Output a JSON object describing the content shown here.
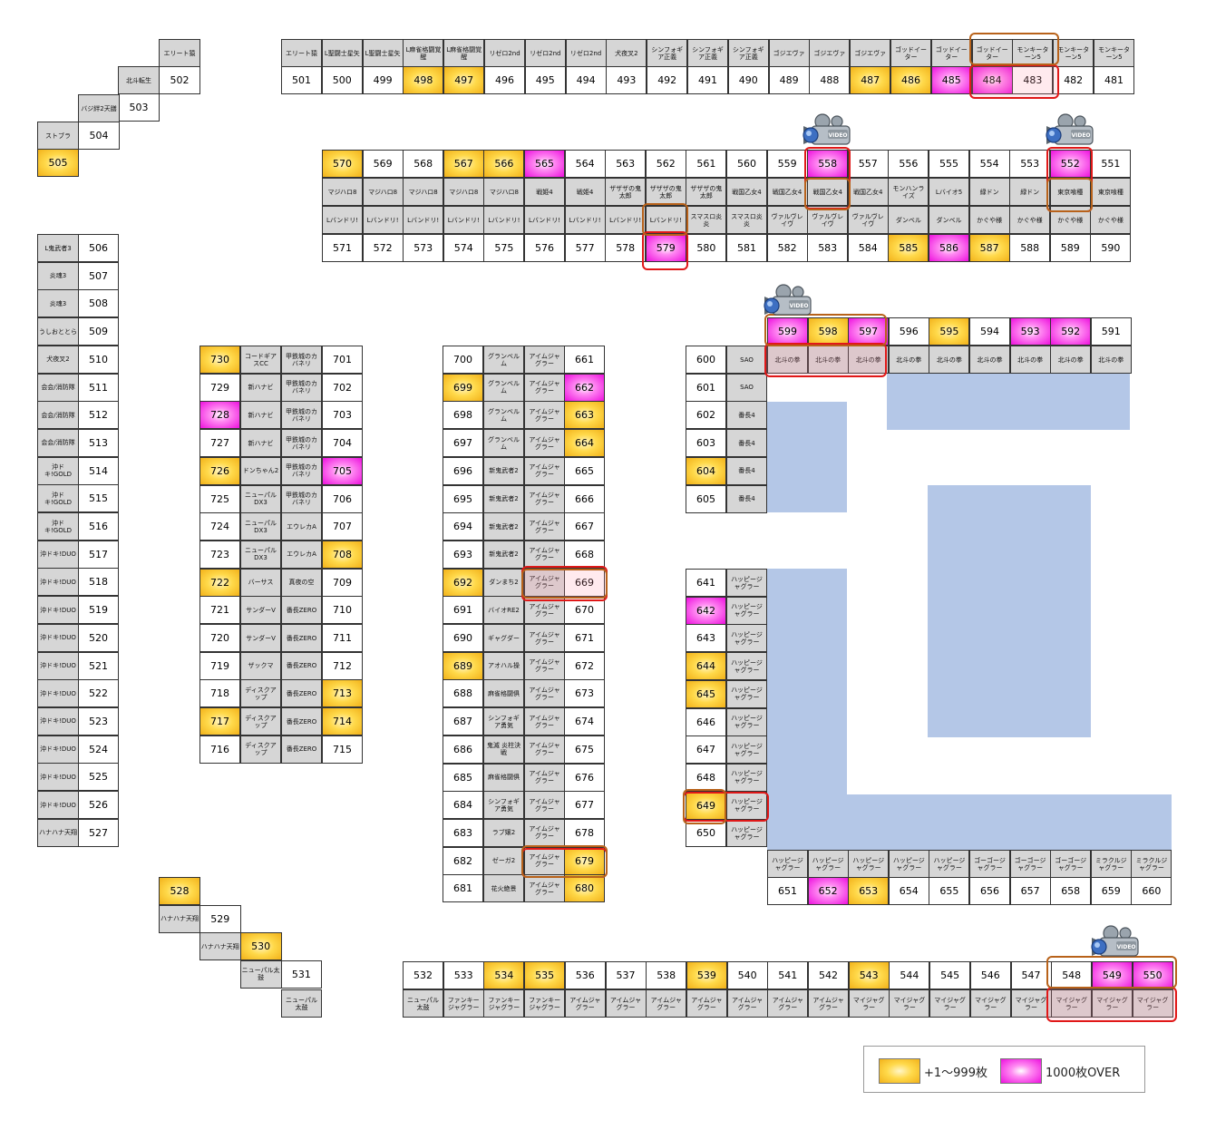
{
  "legend": {
    "plus": "+1～999枚",
    "over": "1000枚OVER"
  },
  "colors": {
    "plus": "#f2b21a",
    "over": "#ee10de",
    "area": "#b4c7e7",
    "highlight": "#e01818",
    "label_bg": "#d6d6d6"
  },
  "icons": {
    "camera": "video-camera-icon"
  },
  "top_row": {
    "numbers": [
      "501",
      "500",
      "499",
      "498",
      "497",
      "496",
      "495",
      "494",
      "493",
      "492",
      "491",
      "490",
      "489",
      "488",
      "487",
      "486",
      "485",
      "484",
      "483",
      "482",
      "481"
    ],
    "names": [
      "エリート猿",
      "L聖闘士星矢",
      "L聖闘士星矢",
      "L麻雀格闘覚醒",
      "L麻雀格闘覚醒",
      "リゼロ2nd",
      "リゼロ2nd",
      "リゼロ2nd",
      "犬夜叉2",
      "シンフォギア正義",
      "シンフォギア正義",
      "シンフォギア正義",
      "ゴジエヴァ",
      "ゴジエヴァ",
      "ゴジエヴァ",
      "ゴッドイーター",
      "ゴッドイーター",
      "ゴッドイーター",
      "モンキーターン5",
      "モンキーターン5",
      "モンキーターン5"
    ],
    "status": [
      "",
      "",
      "",
      "plus",
      "plus",
      "",
      "",
      "",
      "",
      "",
      "",
      "",
      "",
      "",
      "plus",
      "plus",
      "over",
      "over",
      "",
      "",
      ""
    ]
  },
  "stair_top": [
    {
      "num": "502",
      "name": "エリート猿"
    },
    {
      "num": "503",
      "name": "北斗転生"
    },
    {
      "num": "504",
      "name": "バジ絆2天膳"
    },
    {
      "num": "505",
      "name": "ストブラ",
      "status": "plus"
    }
  ],
  "left_col": {
    "numbers": [
      "506",
      "507",
      "508",
      "509",
      "510",
      "511",
      "512",
      "513",
      "514",
      "515",
      "516",
      "517",
      "518",
      "519",
      "520",
      "521",
      "522",
      "523",
      "524",
      "525",
      "526",
      "527"
    ],
    "names": [
      "L鬼武者3",
      "炎魂3",
      "炎魂3",
      "うしおととら",
      "犬夜叉2",
      "会会/消防隊",
      "会会/消防隊",
      "会会/消防隊",
      "沖ドキ!GOLD",
      "沖ドキ!GOLD",
      "沖ドキ!GOLD",
      "沖ドキ!DUO",
      "沖ドキ!DUO",
      "沖ドキ!DUO",
      "沖ドキ!DUO",
      "沖ドキ!DUO",
      "沖ドキ!DUO",
      "沖ドキ!DUO",
      "沖ドキ!DUO",
      "沖ドキ!DUO",
      "沖ドキ!DUO",
      "ハナハナ天翔"
    ]
  },
  "stair_bottom": [
    {
      "num": "528",
      "name": "",
      "status": "plus"
    },
    {
      "num": "529",
      "name": "ハナハナ天翔"
    },
    {
      "num": "530",
      "name": "ハナハナ天翔",
      "status": "plus"
    },
    {
      "num": "531",
      "name": "ニューパル太鼓",
      "sub": "ニューパル太鼓"
    }
  ],
  "row2": {
    "numbers": [
      "570",
      "569",
      "568",
      "567",
      "566",
      "565",
      "564",
      "563",
      "562",
      "561",
      "560",
      "559",
      "558",
      "557",
      "556",
      "555",
      "554",
      "553",
      "552",
      "551"
    ],
    "names": [
      "マジハロ8",
      "マジハロ8",
      "マジハロ8",
      "マジハロ8",
      "マジハロ8",
      "戦姫4",
      "戦姫4",
      "ザザザの鬼太郎",
      "ザザザの鬼太郎",
      "ザザザの鬼太郎",
      "戦国乙女4",
      "戦国乙女4",
      "戦国乙女4",
      "戦国乙女4",
      "モンハンライズ",
      "Lバイオ5",
      "緑ドン",
      "緑ドン",
      "東京喰種",
      "東京喰種"
    ],
    "status": [
      "plus",
      "",
      "",
      "plus",
      "plus",
      "over",
      "",
      "",
      "",
      "",
      "",
      "",
      "over",
      "",
      "",
      "",
      "",
      "",
      "over",
      ""
    ]
  },
  "row3": {
    "names": [
      "Lバンドリ!",
      "Lバンドリ!",
      "Lバンドリ!",
      "Lバンドリ!",
      "Lバンドリ!",
      "Lバンドリ!",
      "Lバンドリ!",
      "Lバンドリ!",
      "Lバンドリ!",
      "スマスロ炎炎",
      "スマスロ炎炎",
      "ヴァルヴレイヴ",
      "ヴァルヴレイヴ",
      "ヴァルヴレイヴ",
      "ダンベル",
      "ダンベル",
      "かぐや様",
      "かぐや様",
      "かぐや様",
      "かぐや様"
    ],
    "numbers": [
      "571",
      "572",
      "573",
      "574",
      "575",
      "576",
      "577",
      "578",
      "579",
      "580",
      "581",
      "582",
      "583",
      "584",
      "585",
      "586",
      "587",
      "588",
      "589",
      "590"
    ],
    "status": [
      "",
      "",
      "",
      "",
      "",
      "",
      "",
      "",
      "over",
      "",
      "",
      "",
      "",
      "",
      "plus",
      "over",
      "plus",
      "",
      "",
      ""
    ]
  },
  "hokuto_row": {
    "numbers": [
      "599",
      "598",
      "597",
      "596",
      "595",
      "594",
      "593",
      "592",
      "591"
    ],
    "status": [
      "over",
      "plus",
      "over",
      "",
      "plus",
      "",
      "over",
      "over",
      ""
    ],
    "names": [
      "北斗の拳",
      "北斗の拳",
      "北斗の拳",
      "北斗の拳",
      "北斗の拳",
      "北斗の拳",
      "北斗の拳",
      "北斗の拳",
      "北斗の拳"
    ]
  },
  "isle700": {
    "nums_a": [
      "730",
      "729",
      "728",
      "727",
      "726",
      "725",
      "724",
      "723",
      "722",
      "721",
      "720",
      "719",
      "718",
      "717",
      "716"
    ],
    "status_a": [
      "plus",
      "",
      "over",
      "",
      "plus",
      "",
      "",
      "",
      "plus",
      "",
      "",
      "",
      "",
      "plus",
      ""
    ],
    "names_a": [
      "コードギアスCC",
      "新ハナビ",
      "新ハナビ",
      "新ハナビ",
      "ドンちゃん2",
      "ニューパルDX3",
      "ニューパルDX3",
      "ニューパルDX3",
      "バーサス",
      "サンダーV",
      "サンダーV",
      "ザックマ",
      "ディスクアップ",
      "ディスクアップ",
      "ディスクアップ"
    ],
    "names_b": [
      "甲鉄城のカバネリ",
      "甲鉄城のカバネリ",
      "甲鉄城のカバネリ",
      "甲鉄城のカバネリ",
      "甲鉄城のカバネリ",
      "甲鉄城のカバネリ",
      "エウレカA",
      "エウレカA",
      "真夜の空",
      "番長ZERO",
      "番長ZERO",
      "番長ZERO",
      "番長ZERO",
      "番長ZERO",
      "番長ZERO"
    ],
    "nums_b": [
      "701",
      "702",
      "703",
      "704",
      "705",
      "706",
      "707",
      "708",
      "709",
      "710",
      "711",
      "712",
      "713",
      "714",
      "715"
    ],
    "status_b": [
      "",
      "",
      "",
      "",
      "over",
      "",
      "",
      "plus",
      "",
      "",
      "",
      "",
      "plus",
      "plus",
      ""
    ]
  },
  "isle661": {
    "nums_a": [
      "700",
      "699",
      "698",
      "697",
      "696",
      "695",
      "694",
      "693",
      "692",
      "691",
      "690",
      "689",
      "688",
      "687",
      "686",
      "685",
      "684",
      "683",
      "682",
      "681"
    ],
    "status_a": [
      "",
      "plus",
      "",
      "",
      "",
      "",
      "",
      "",
      "plus",
      "",
      "",
      "plus",
      "",
      "",
      "",
      "",
      "",
      "",
      "",
      ""
    ],
    "names_a": [
      "グランベルム",
      "グランベルム",
      "グランベルム",
      "グランベルム",
      "新鬼武者2",
      "新鬼武者2",
      "新鬼武者2",
      "新鬼武者2",
      "ダンまち2",
      "バイオRE2",
      "ギャグダー",
      "アオハル操",
      "麻雀格闘俱",
      "シンフォギア勇気",
      "鬼滅 炎柱決戦",
      "麻雀格闘俱",
      "シンフォギア勇気",
      "ラブ嬢2",
      "ゼーガ2",
      "花火絶景"
    ],
    "names_b": [
      "アイムジャグラー",
      "アイムジャグラー",
      "アイムジャグラー",
      "アイムジャグラー",
      "アイムジャグラー",
      "アイムジャグラー",
      "アイムジャグラー",
      "アイムジャグラー",
      "アイムジャグラー",
      "アイムジャグラー",
      "アイムジャグラー",
      "アイムジャグラー",
      "アイムジャグラー",
      "アイムジャグラー",
      "アイムジャグラー",
      "アイムジャグラー",
      "アイムジャグラー",
      "アイムジャグラー",
      "アイムジャグラー",
      "アイムジャグラー"
    ],
    "nums_b": [
      "661",
      "662",
      "663",
      "664",
      "665",
      "666",
      "667",
      "668",
      "669",
      "670",
      "671",
      "672",
      "673",
      "674",
      "675",
      "676",
      "677",
      "678",
      "679",
      "680"
    ],
    "status_b": [
      "",
      "over",
      "plus",
      "plus",
      "",
      "",
      "",
      "",
      "",
      "",
      "",
      "",
      "",
      "",
      "",
      "",
      "",
      "",
      "plus",
      "plus"
    ]
  },
  "isle600": {
    "numbers": [
      "600",
      "601",
      "602",
      "603",
      "604",
      "605"
    ],
    "status": [
      "",
      "",
      "",
      "",
      "plus",
      ""
    ],
    "names": [
      "SAO",
      "SAO",
      "番長4",
      "番長4",
      "番長4",
      "番長4"
    ]
  },
  "isle641": {
    "numbers": [
      "641",
      "642",
      "643",
      "644",
      "645",
      "646",
      "647",
      "648",
      "649",
      "650"
    ],
    "status": [
      "",
      "over",
      "",
      "plus",
      "plus",
      "",
      "",
      "",
      "plus",
      ""
    ],
    "names": [
      "ハッピージャグラー",
      "ハッピージャグラー",
      "ハッピージャグラー",
      "ハッピージャグラー",
      "ハッピージャグラー",
      "ハッピージャグラー",
      "ハッピージャグラー",
      "ハッピージャグラー",
      "ハッピージャグラー",
      "ハッピージャグラー"
    ]
  },
  "row651": {
    "names": [
      "ハッピージャグラー",
      "ハッピージャグラー",
      "ハッピージャグラー",
      "ハッピージャグラー",
      "ハッピージャグラー",
      "ゴーゴージャグラー",
      "ゴーゴージャグラー",
      "ゴーゴージャグラー",
      "ミラクルジャグラー",
      "ミラクルジャグラー"
    ],
    "numbers": [
      "651",
      "652",
      "653",
      "654",
      "655",
      "656",
      "657",
      "658",
      "659",
      "660"
    ],
    "status": [
      "",
      "over",
      "plus",
      "",
      "",
      "",
      "",
      "",
      "",
      ""
    ]
  },
  "bottom_row": {
    "numbers": [
      "532",
      "533",
      "534",
      "535",
      "536",
      "537",
      "538",
      "539",
      "540",
      "541",
      "542",
      "543",
      "544",
      "545",
      "546",
      "547",
      "548",
      "549",
      "550"
    ],
    "status": [
      "",
      "",
      "plus",
      "plus",
      "",
      "",
      "",
      "plus",
      "",
      "",
      "",
      "plus",
      "",
      "",
      "",
      "",
      "",
      "over",
      "over"
    ],
    "names": [
      "ニューパル太鼓",
      "ファンキージャグラー",
      "ファンキージャグラー",
      "ファンキージャグラー",
      "アイムジャグラー",
      "アイムジャグラー",
      "アイムジャグラー",
      "アイムジャグラー",
      "アイムジャグラー",
      "アイムジャグラー",
      "アイムジャグラー",
      "マイジャグラー",
      "マイジャグラー",
      "マイジャグラー",
      "マイジャグラー",
      "マイジャグラー",
      "マイジャグラー",
      "マイジャグラー",
      "マイジャグラー"
    ]
  }
}
